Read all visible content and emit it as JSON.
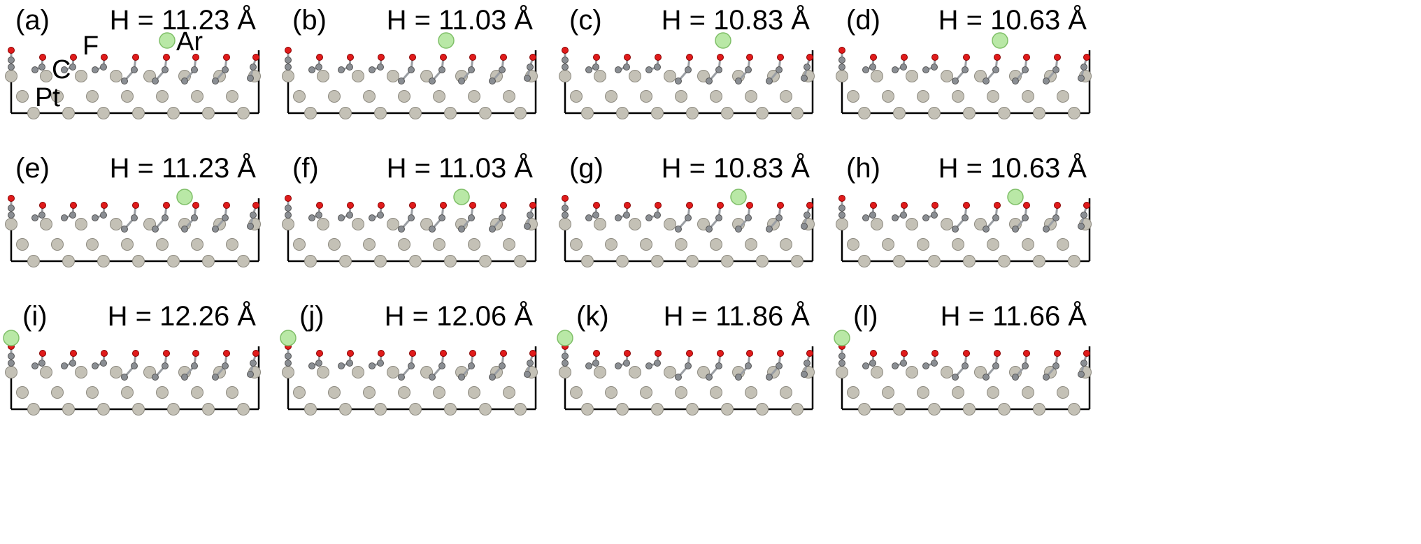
{
  "figure": {
    "atom_labels": {
      "argon": "Ar",
      "fluorine": "F",
      "carbon": "C",
      "platinum": "Pt"
    },
    "colors": {
      "platinum": "#c4c1b6",
      "carbon": "#8a8e93",
      "fluorine": "#e01b1b",
      "argon": "#b9e8a6",
      "box": "#000000"
    },
    "panels": [
      {
        "id": "a",
        "label": "(a)",
        "height_text": "H = 11.23 Å",
        "argon": "top"
      },
      {
        "id": "b",
        "label": "(b)",
        "height_text": "H = 11.03 Å",
        "argon": "top"
      },
      {
        "id": "c",
        "label": "(c)",
        "height_text": "H = 10.83 Å",
        "argon": "top"
      },
      {
        "id": "d",
        "label": "(d)",
        "height_text": "H = 10.63 Å",
        "argon": "top"
      },
      {
        "id": "e",
        "label": "(e)",
        "height_text": "H = 11.23 Å",
        "argon": "middle"
      },
      {
        "id": "f",
        "label": "(f)",
        "height_text": "H = 11.03 Å",
        "argon": "middle"
      },
      {
        "id": "g",
        "label": "(g)",
        "height_text": "H = 10.83 Å",
        "argon": "middle"
      },
      {
        "id": "h",
        "label": "(h)",
        "height_text": "H = 10.63 Å",
        "argon": "middle"
      },
      {
        "id": "i",
        "label": "(i)",
        "height_text": "H = 12.26 Å",
        "argon": "hollow"
      },
      {
        "id": "j",
        "label": "(j)",
        "height_text": "H = 12.06 Å",
        "argon": "hollow"
      },
      {
        "id": "k",
        "label": "(k)",
        "height_text": "H = 11.86 Å",
        "argon": "hollow"
      },
      {
        "id": "l",
        "label": "(l)",
        "height_text": "H = 11.66 Å",
        "argon": "hollow"
      }
    ]
  }
}
